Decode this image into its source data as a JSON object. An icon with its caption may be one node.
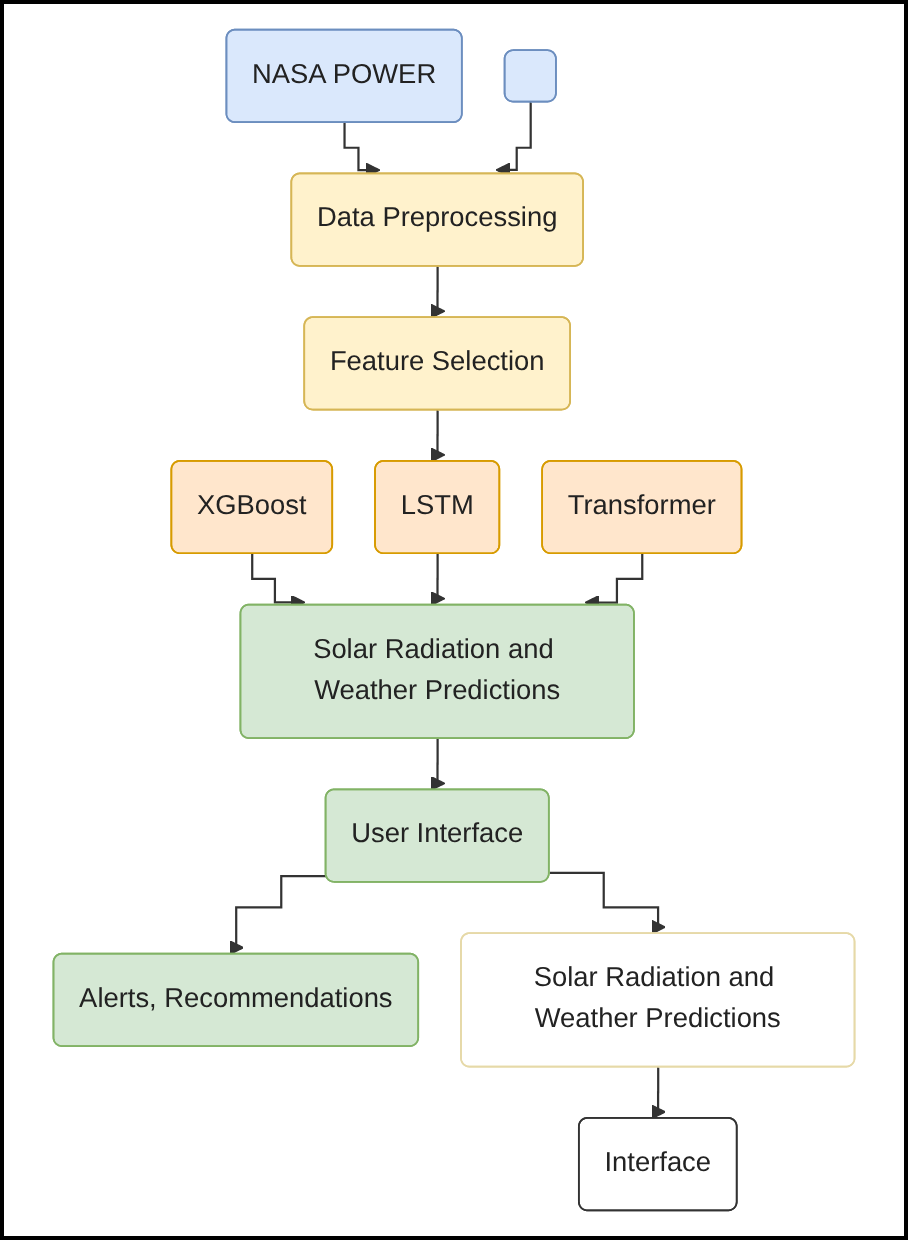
{
  "diagram": {
    "nodes": [
      {
        "text": [
          "NASA POWER"
        ]
      },
      {
        "text": [],
        "shape": "box"
      },
      {
        "text": [
          "Data Preprocessing"
        ]
      },
      {
        "text": [
          "Feature Selection"
        ]
      },
      {
        "text": [
          "XGBoost"
        ]
      },
      {
        "text": [
          "LSTM"
        ]
      },
      {
        "text": [
          "Transformer"
        ]
      },
      {
        "text": [
          "Solar Radiation and Weather Predictions"
        ]
      },
      {
        "text": [
          "User Interface"
        ]
      },
      {
        "text": [
          "Alerts, Recommendations"
        ]
      },
      {
        "text": [
          "Solar Radiation and Weather Predictions"
        ]
      },
      {
        "text": [
          "Interface"
        ]
      }
    ],
    "edges": [
      {
        "from": 0,
        "to": 2,
        "arrow": "to"
      },
      {
        "from": 1,
        "to": 2,
        "arrow": "to"
      },
      {
        "from": 2,
        "to": 3,
        "arrow": "to"
      },
      {
        "from": 3,
        "to": 5,
        "arrow": "to"
      },
      {
        "from": 4,
        "to": 7,
        "arrow": "to"
      },
      {
        "from": 5,
        "to": 7,
        "arrow": "to"
      },
      {
        "from": 6,
        "to": 7,
        "arrow": "to"
      },
      {
        "from": 7,
        "to": 8,
        "arrow": "to"
      },
      {
        "from": 8,
        "to": 9,
        "arrow": "to"
      },
      {
        "from": 8,
        "to": 10,
        "arrow": "to"
      },
      {
        "from": 10,
        "to": 11,
        "arrow": "to"
      }
    ]
  }
}
